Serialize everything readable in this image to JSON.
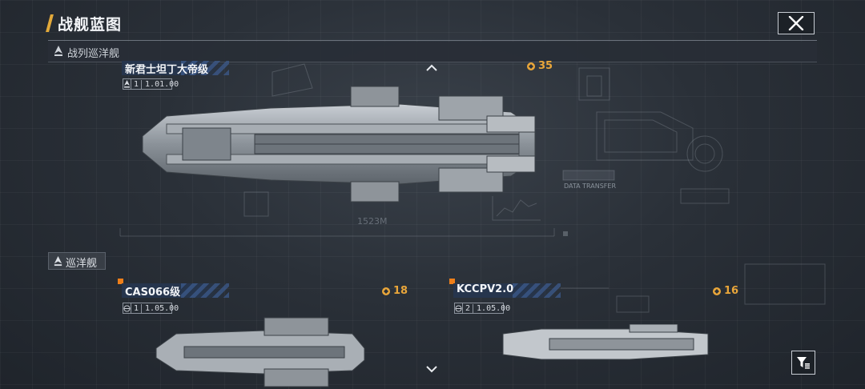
{
  "header": {
    "title": "战舰蓝图"
  },
  "category": {
    "label": "战列巡洋舰"
  },
  "featured_ship": {
    "name": "新君士坦丁大帝级",
    "level": "1",
    "version": "1.01.00",
    "power": "35",
    "length": "1523M",
    "data_transfer": "DATA TRANSFER"
  },
  "subcategory": {
    "label": "巡洋舰"
  },
  "ships": [
    {
      "name": "CAS066级",
      "level": "1",
      "version": "1.05.00",
      "power": "18"
    },
    {
      "name": "KCCPV2.0",
      "level": "2",
      "version": "1.05.00",
      "power": "16"
    }
  ],
  "colors": {
    "accent": "#e2a93a",
    "power": "#e9a63a",
    "new_marker": "#ef7f1a",
    "plate": "#26354d"
  },
  "icons": [
    "close-icon",
    "chevron-up-icon",
    "chevron-down-icon",
    "ship-class-icon",
    "filter-icon",
    "power-icon",
    "globe-icon"
  ]
}
